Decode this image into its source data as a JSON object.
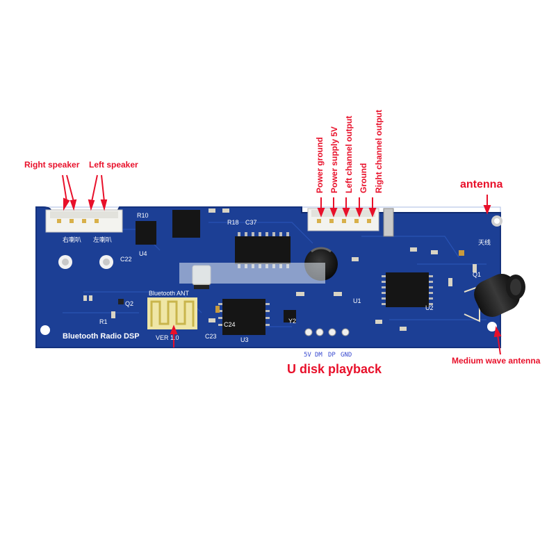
{
  "labels": {
    "right_speaker": "Right speaker",
    "left_speaker": "Left speaker",
    "power_ground": "Power ground",
    "power_supply": "Power supply 5V",
    "left_output": "Left channel output",
    "ground": "Ground",
    "right_output": "Right channel output",
    "antenna": "antenna",
    "usb_playback": "U disk playback",
    "mw_antenna": "Medium wave antenna"
  },
  "board": {
    "title": "Bluetooth Radio DSP",
    "bt_ant": "Bluetooth ANT",
    "version": "VER 1.0",
    "cn_right": "右喇叭",
    "cn_left": "左喇叭",
    "cn_antenna": "天线",
    "u1": "U1",
    "u2": "U2",
    "u3": "U3",
    "u4": "U4",
    "q1": "Q1",
    "q2": "Q2",
    "r1": "R1",
    "r10": "R10",
    "r18": "R18",
    "c37": "C37",
    "y2": "Y2",
    "c24": "C24",
    "c23": "C23",
    "c22": "C22"
  },
  "usb_pins": [
    "5V",
    "DM",
    "DP",
    "GND"
  ],
  "colors": {
    "pcb": "#1c3f95",
    "label": "#e8102a",
    "silk": "#ffffff",
    "pin_text": "#3a4bd0"
  }
}
